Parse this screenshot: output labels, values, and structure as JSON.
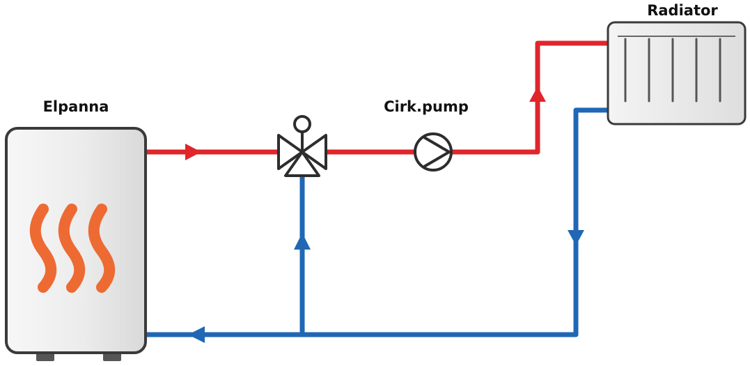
{
  "labels": {
    "boiler": "Elpanna",
    "pump": "Cirk.pump",
    "radiator": "Radiator"
  },
  "colors": {
    "supply": "#e0262b",
    "return": "#2067b5",
    "heat_wave": "#ee6a33",
    "outline": "#3a3a3a",
    "boiler_fill": "#ececec",
    "radiator_fill": "#e9e9e9",
    "feet": "#555555"
  },
  "components": {
    "boiler_icon": "heat-wave-icon",
    "valve_icon": "three-way-valve-icon",
    "pump_icon": "circulation-pump-icon",
    "radiator_icon": "radiator-fins-icon"
  }
}
